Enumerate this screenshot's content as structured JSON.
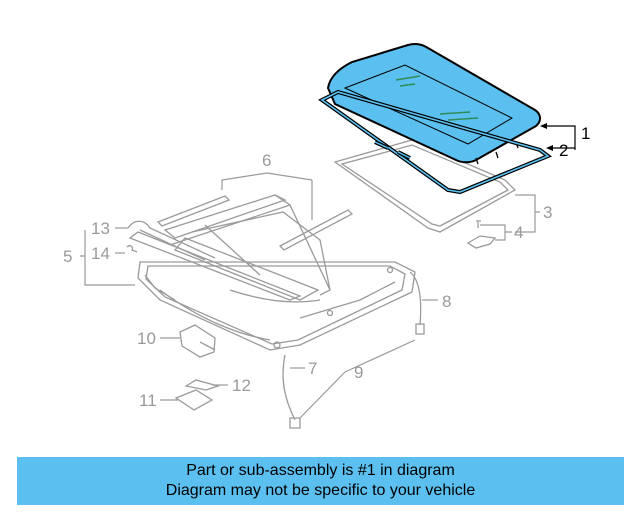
{
  "diagram": {
    "callouts": {
      "c1": "1",
      "c2": "2",
      "c3": "3",
      "c4": "4",
      "c5": "5",
      "c6": "6",
      "c7": "7",
      "c8": "8",
      "c9": "9",
      "c10": "10",
      "c11": "11",
      "c12": "12",
      "c13": "13",
      "c14": "14"
    },
    "highlight_color": "#5bc0f0",
    "active_part": "1"
  },
  "banner": {
    "line1": "Part or sub-assembly is #1 in diagram",
    "line2": "Diagram may not be specific to your vehicle",
    "background": "#5bc0f0"
  }
}
